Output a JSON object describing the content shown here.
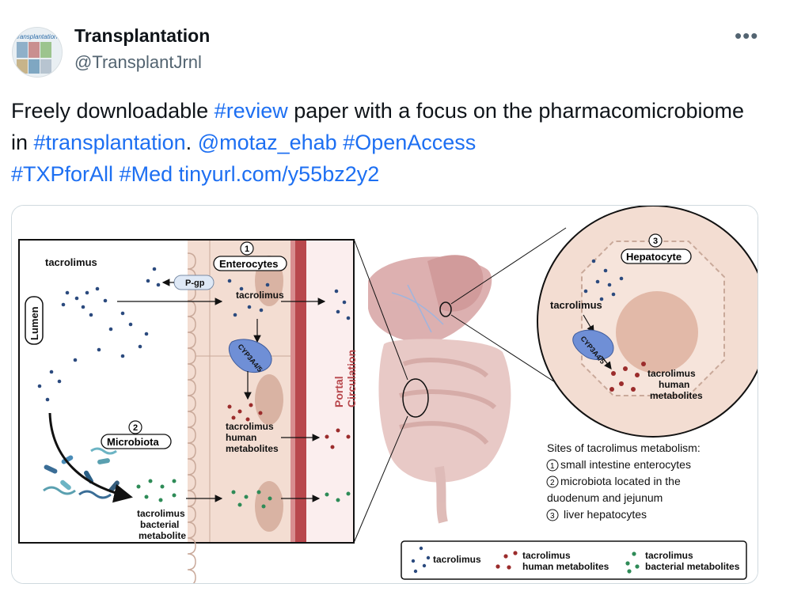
{
  "tweet": {
    "author_name": "Transplantation",
    "handle": "@TransplantJrnl",
    "more_label": "•••",
    "avatar_text": "transplantation",
    "text": {
      "p1": "Freely downloadable ",
      "hashtag_review": "#review",
      "p2": " paper with a focus on the pharmacomicrobiome in ",
      "hashtag_transplantation": "#transplantation",
      "p3": ". ",
      "mention": "@motaz_ehab",
      "p4": " ",
      "hashtag_openaccess": "#OpenAccess",
      "hashtag_txp": "#TXPforAll",
      "p5": " ",
      "hashtag_med": "#Med",
      "p6": " ",
      "link": "tinyurl.com/y55bz2y2"
    }
  },
  "figure": {
    "left_panel": {
      "tacrolimus_label": "tacrolimus",
      "pgp_label": "P-gp",
      "lumen_label": "Lumen",
      "step1_number": "1",
      "enterocytes_label": "Enterocytes",
      "tacrolimus_inner": "tacrolimus",
      "cyp_label": "CYP3A4/5",
      "human_metabolites": [
        "tacrolimus",
        "human",
        "metabolites"
      ],
      "step2_number": "2",
      "microbiota_label": "Microbiota",
      "bacterial_metabolite": [
        "tacrolimus",
        "bacterial",
        "metabolite"
      ],
      "portal_label": [
        "Portal",
        "Circulation"
      ]
    },
    "right_panel": {
      "step3_number": "3",
      "hepatocyte_label": "Hepatocyte",
      "tacrolimus_label": "tacrolimus",
      "cyp_label": "CYP3A4/5",
      "metabolites": [
        "tacrolimus",
        "human",
        "metabolites"
      ]
    },
    "sites": {
      "title": "Sites of tacrolimus metabolism:",
      "item1_num": "1",
      "item1": "small intestine enterocytes",
      "item2_num": "2",
      "item2a": "microbiota located in the",
      "item2b": "duodenum and jejunum",
      "item3_num": "3",
      "item3": "liver hepatocytes"
    },
    "legend": {
      "tacrolimus": "tacrolimus",
      "human_1": "tacrolimus",
      "human_2": "human metabolites",
      "bacterial_1": "tacrolimus",
      "bacterial_2": "bacterial metabolites"
    },
    "colors": {
      "tacrolimus_dot": "#2b4a7e",
      "human_dot": "#9b2c2c",
      "bacterial_dot": "#2e8b57",
      "cell_fill": "#f3ddd2",
      "portal": "#b8474c",
      "cyp_fill": "#6f8fd6"
    }
  }
}
